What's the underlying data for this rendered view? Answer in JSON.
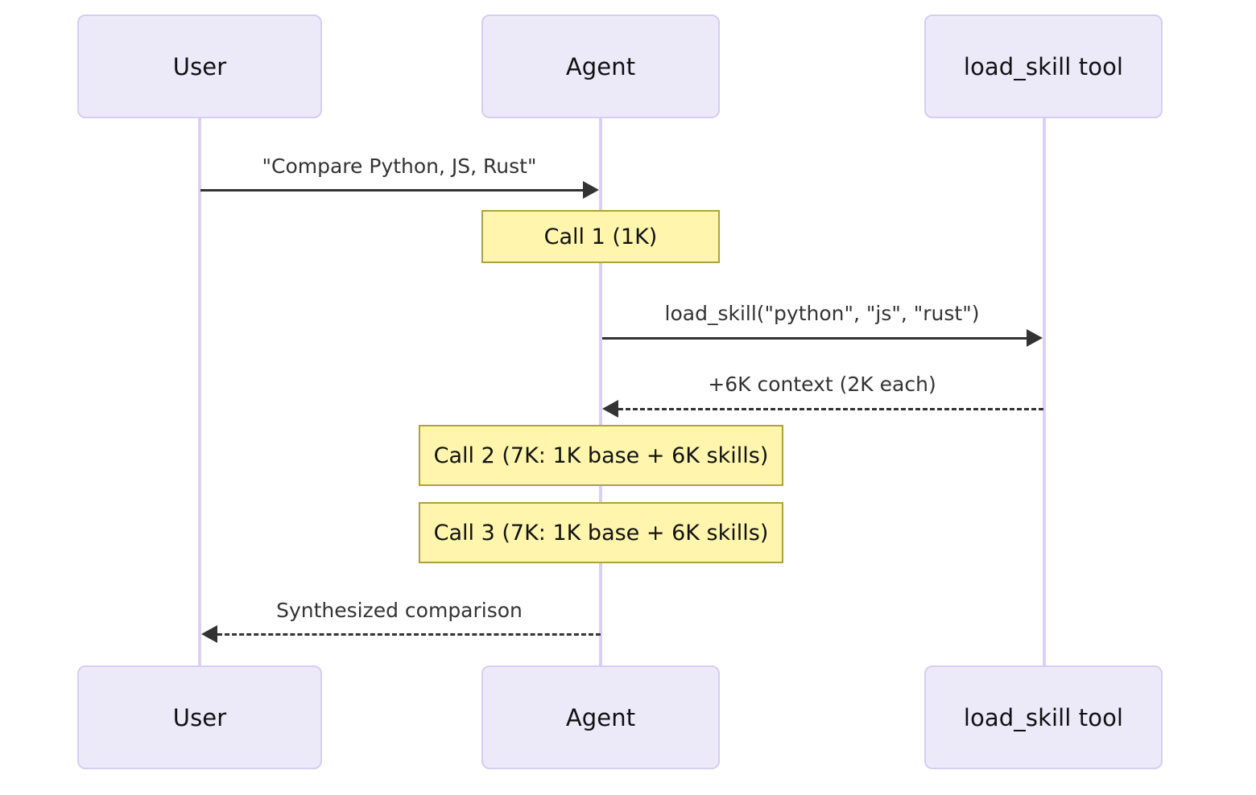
{
  "diagram": {
    "type": "sequence-diagram",
    "background_color": "#ffffff",
    "actor_fill": "#ECEAF9",
    "actor_border": "#D6CDF0",
    "lifeline_color": "#DCD0F5",
    "note_fill": "#FFF5AD",
    "note_border": "#AAA33E",
    "arrow_color": "#333333"
  },
  "actors": [
    {
      "id": "user",
      "label": "User"
    },
    {
      "id": "agent",
      "label": "Agent"
    },
    {
      "id": "tool",
      "label": "load_skill tool"
    }
  ],
  "actors_bottom": [
    {
      "id": "user",
      "label": "User"
    },
    {
      "id": "agent",
      "label": "Agent"
    },
    {
      "id": "tool",
      "label": "load_skill tool"
    }
  ],
  "messages": [
    {
      "id": "msg1",
      "from": "user",
      "to": "agent",
      "label": "\"Compare Python, JS, Rust\"",
      "style": "solid",
      "direction": "right"
    },
    {
      "id": "msg2",
      "from": "agent",
      "to": "tool",
      "label": "load_skill(\"python\", \"js\", \"rust\")",
      "style": "solid",
      "direction": "right"
    },
    {
      "id": "msg3",
      "from": "tool",
      "to": "agent",
      "label": "+6K context (2K each)",
      "style": "dashed",
      "direction": "left"
    },
    {
      "id": "msg4",
      "from": "agent",
      "to": "user",
      "label": "Synthesized comparison",
      "style": "dashed",
      "direction": "left"
    }
  ],
  "notes": [
    {
      "id": "note1",
      "over": "agent",
      "label": "Call 1 (1K)"
    },
    {
      "id": "note2",
      "over": "agent",
      "label": "Call 2 (7K: 1K base + 6K skills)"
    },
    {
      "id": "note3",
      "over": "agent",
      "label": "Call 3 (7K: 1K base + 6K skills)"
    }
  ]
}
